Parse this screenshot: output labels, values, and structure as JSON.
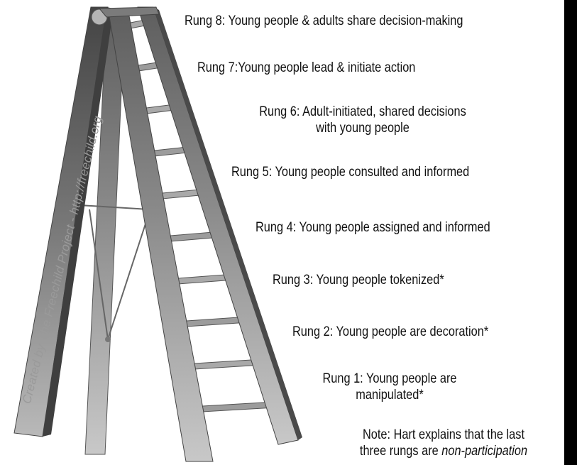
{
  "rungs": [
    {
      "label": "Rung 8: Young people & adults share decision-making"
    },
    {
      "label": "Rung 7:Young people lead & initiate action"
    },
    {
      "line1": "Rung 6: Adult-initiated, shared decisions",
      "line2": "with young people"
    },
    {
      "label": "Rung 5: Young people consulted and informed"
    },
    {
      "label": "Rung 4: Young people assigned and informed"
    },
    {
      "label": "Rung 3: Young people tokenized*"
    },
    {
      "label": "Rung 2: Young people are decoration*"
    },
    {
      "line1": "Rung 1: Young people are",
      "line2": "manipulated*"
    }
  ],
  "note": {
    "line1": "Note: Hart explains that the last",
    "line2_prefix": "three rungs are ",
    "line2_emphasis": "non-participation"
  },
  "watermark": "Created by The Freechild Project - http://freechild.org",
  "colors": {
    "ladder_light": "#c9c9c9",
    "ladder_mid": "#a8a8a8",
    "ladder_dark": "#6f6f6f",
    "ladder_darker": "#555555",
    "background": "#ffffff"
  }
}
